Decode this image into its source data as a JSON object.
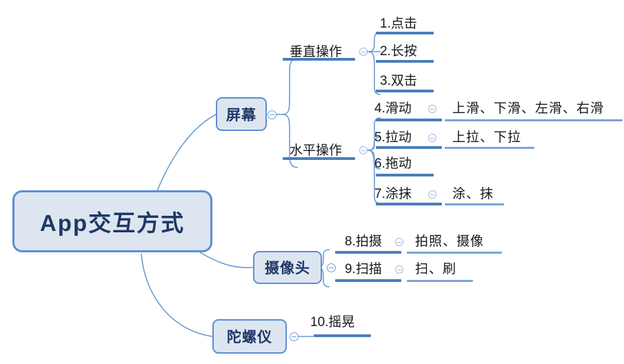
{
  "diagram": {
    "title": "App交互方式",
    "type": "mind-map",
    "colors": {
      "node_fill": "#dde5f0",
      "node_border": "#5b8fd0",
      "node_text": "#1f3864",
      "bar_strong": "#4a7ebb",
      "bar_light": "#7ba3d6",
      "connector": "#6f9bd4",
      "background": "#ffffff"
    }
  },
  "root": {
    "label": "App交互方式"
  },
  "branches": [
    {
      "label": "屏幕",
      "groups": [
        {
          "label": "垂直操作",
          "items": [
            {
              "label": "1.点击",
              "leaf": ""
            },
            {
              "label": "2.长按",
              "leaf": ""
            },
            {
              "label": "3.双击",
              "leaf": ""
            }
          ]
        },
        {
          "label": "水平操作",
          "items": [
            {
              "label": "4.滑动",
              "leaf": "上滑、下滑、左滑、右滑"
            },
            {
              "label": "5.拉动",
              "leaf": "上拉、下拉"
            },
            {
              "label": "6.拖动",
              "leaf": ""
            },
            {
              "label": "7.涂抹",
              "leaf": "涂、抹"
            }
          ]
        }
      ]
    },
    {
      "label": "摄像头",
      "groups": [
        {
          "label": "",
          "items": [
            {
              "label": "8.拍摄",
              "leaf": "拍照、摄像"
            },
            {
              "label": "9.扫描",
              "leaf": "扫、刷"
            }
          ]
        }
      ]
    },
    {
      "label": "陀螺仪",
      "groups": [
        {
          "label": "",
          "items": [
            {
              "label": "10.摇晃",
              "leaf": ""
            }
          ]
        }
      ]
    }
  ]
}
